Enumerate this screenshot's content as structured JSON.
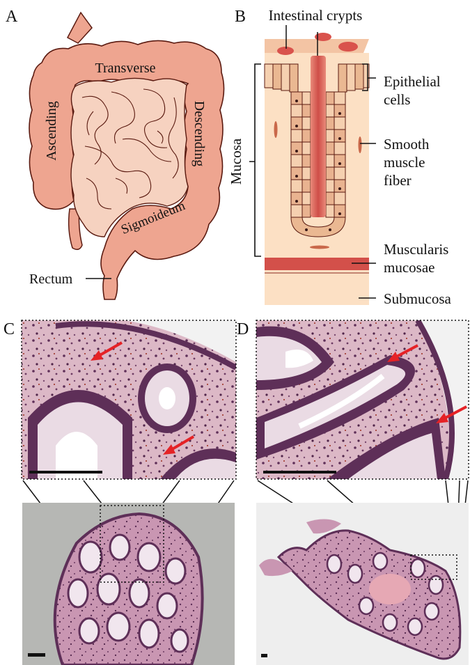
{
  "panels": {
    "a": {
      "letter": "A",
      "segments": {
        "transverse": "Transverse",
        "ascending": "Ascending",
        "descending": "Descending",
        "sigmoid": "Sigmoideum"
      },
      "rectum": "Rectum"
    },
    "b": {
      "letter": "B",
      "crypts": "Intestinal crypts",
      "mucosa": "Mucosa",
      "epithelial": [
        "Epithelial",
        "cells"
      ],
      "smooth": [
        "Smooth",
        "muscle",
        "fiber"
      ],
      "muscularis": [
        "Muscularis",
        "mucosae"
      ],
      "submucosa": "Submucosa"
    },
    "c": {
      "letter": "C"
    },
    "d": {
      "letter": "D"
    }
  },
  "colors": {
    "colon_outer": "#eea590",
    "colon_inner": "#f6d2c0",
    "outline": "#5a1a10",
    "tissue_bg": "#fce0c4",
    "crypt_lumen": "#cf4e48",
    "muscularis": "#d3504a",
    "arrow": "#e52226",
    "stain_pink": "#d6b0c0",
    "stain_purple": "#5e2f58"
  }
}
